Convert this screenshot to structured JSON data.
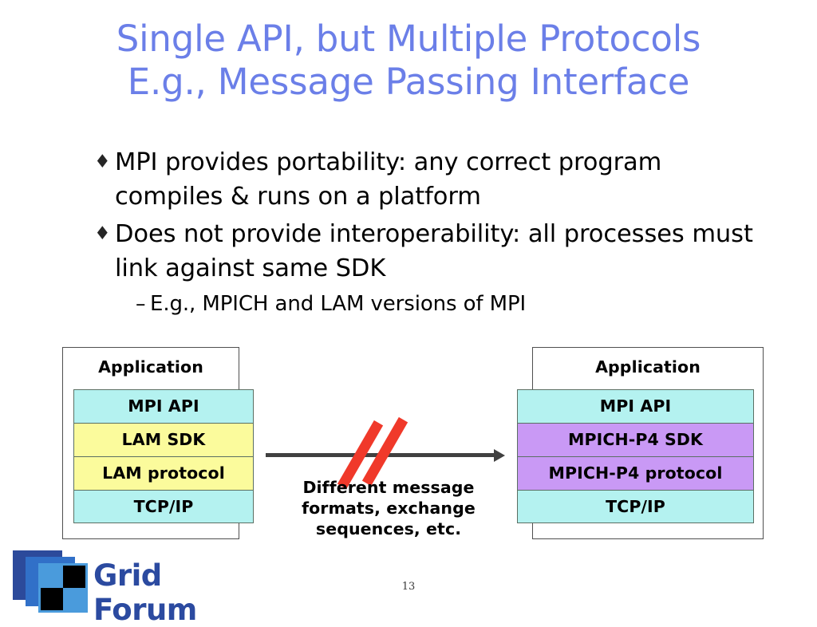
{
  "slide": {
    "title_line1": "Single API, but Multiple Protocols",
    "title_line2": "E.g., Message Passing Interface",
    "title_color": "#6b7fe8",
    "page_number": "13"
  },
  "bullets": [
    {
      "marker": "♦",
      "text": "MPI provides portability: any correct program compiles & runs on a platform"
    },
    {
      "marker": "♦",
      "text": "Does not provide interoperability: all processes must link against same SDK"
    }
  ],
  "subbullets": [
    {
      "marker": "–",
      "text": "E.g., MPICH and LAM versions of MPI"
    }
  ],
  "diagram": {
    "left_stack": {
      "outer_label": "Application",
      "layers": [
        {
          "label": "MPI API",
          "color": "#b4f2f0"
        },
        {
          "label": "LAM SDK",
          "color": "#fbfb9c"
        },
        {
          "label": "LAM protocol",
          "color": "#fbfb9c"
        },
        {
          "label": "TCP/IP",
          "color": "#b4f2f0"
        }
      ]
    },
    "right_stack": {
      "outer_label": "Application",
      "layers": [
        {
          "label": "MPI API",
          "color": "#b4f2f0"
        },
        {
          "label": "MPICH-P4 SDK",
          "color": "#c999f5"
        },
        {
          "label": "MPICH-P4 protocol",
          "color": "#c999f5"
        },
        {
          "label": "TCP/IP",
          "color": "#b4f2f0"
        }
      ]
    },
    "arrow": {
      "color": "#404040",
      "slash_color": "#f0392a"
    },
    "caption_line1": "Different message",
    "caption_line2": "formats, exchange",
    "caption_line3": "sequences, etc."
  },
  "logo": {
    "text": "Grid Forum",
    "square_back_color": "#2c4a9b",
    "square_mid_color": "#3170c8",
    "square_front_color": "#4a9bdc",
    "text_color": "#2b4aa0"
  }
}
